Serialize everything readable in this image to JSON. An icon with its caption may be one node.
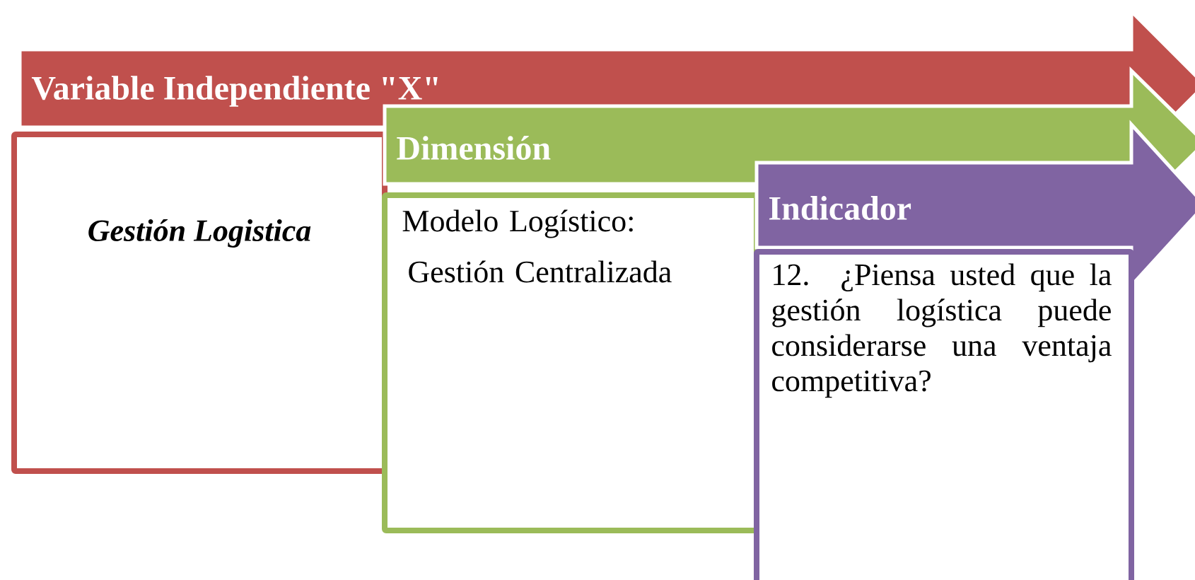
{
  "diagram": {
    "nodes": [
      {
        "text": [
          "Variable Independiente \"X\""
        ]
      },
      {
        "text": [
          "Gestión Logistica"
        ]
      },
      {
        "text": [
          "Dimensión"
        ]
      },
      {
        "text": [
          "Modelo Logístico:",
          "Gestión Centralizada"
        ]
      },
      {
        "text": [
          "Indicador"
        ]
      },
      {
        "text": [
          "12. ¿Piensa usted que la gestión logística puede considerarse una ventaja competitiva?"
        ]
      }
    ]
  }
}
